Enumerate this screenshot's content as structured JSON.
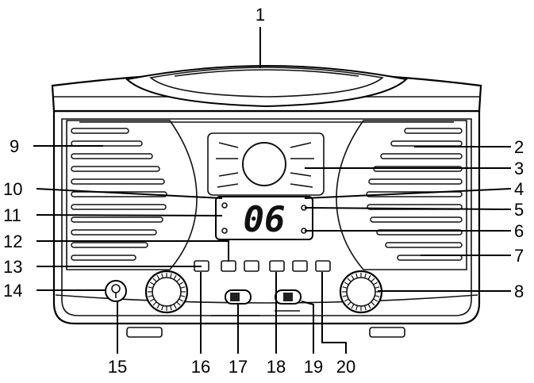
{
  "display": {
    "digits": "06"
  },
  "callouts": [
    "1",
    "2",
    "3",
    "4",
    "5",
    "6",
    "7",
    "8",
    "9",
    "10",
    "11",
    "12",
    "13",
    "14",
    "15",
    "16",
    "17",
    "18",
    "19",
    "20"
  ]
}
